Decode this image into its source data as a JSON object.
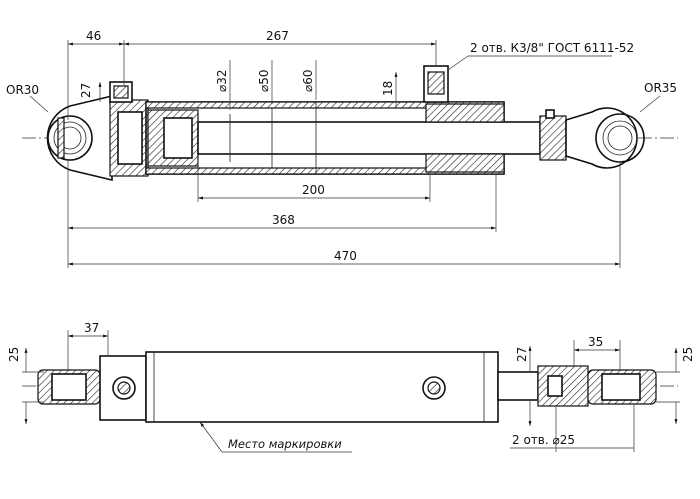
{
  "dimensions": {
    "d46": "46",
    "d267": "267",
    "d27_top": "27",
    "or30": "OR30",
    "phi32": "⌀32",
    "phi50": "⌀50",
    "phi60": "⌀60",
    "d18": "18",
    "or35": "OR35",
    "d200": "200",
    "d368": "368",
    "d470": "470",
    "d37": "37",
    "d25_left": "25",
    "d27_bottom": "27",
    "d35": "35",
    "d25_right": "25"
  },
  "notes": {
    "port_note": "2 отв. К3/8\" ГОСТ 6111-52",
    "marking_note": "Место маркировки",
    "holes_note": "2 отв. ⌀25"
  }
}
